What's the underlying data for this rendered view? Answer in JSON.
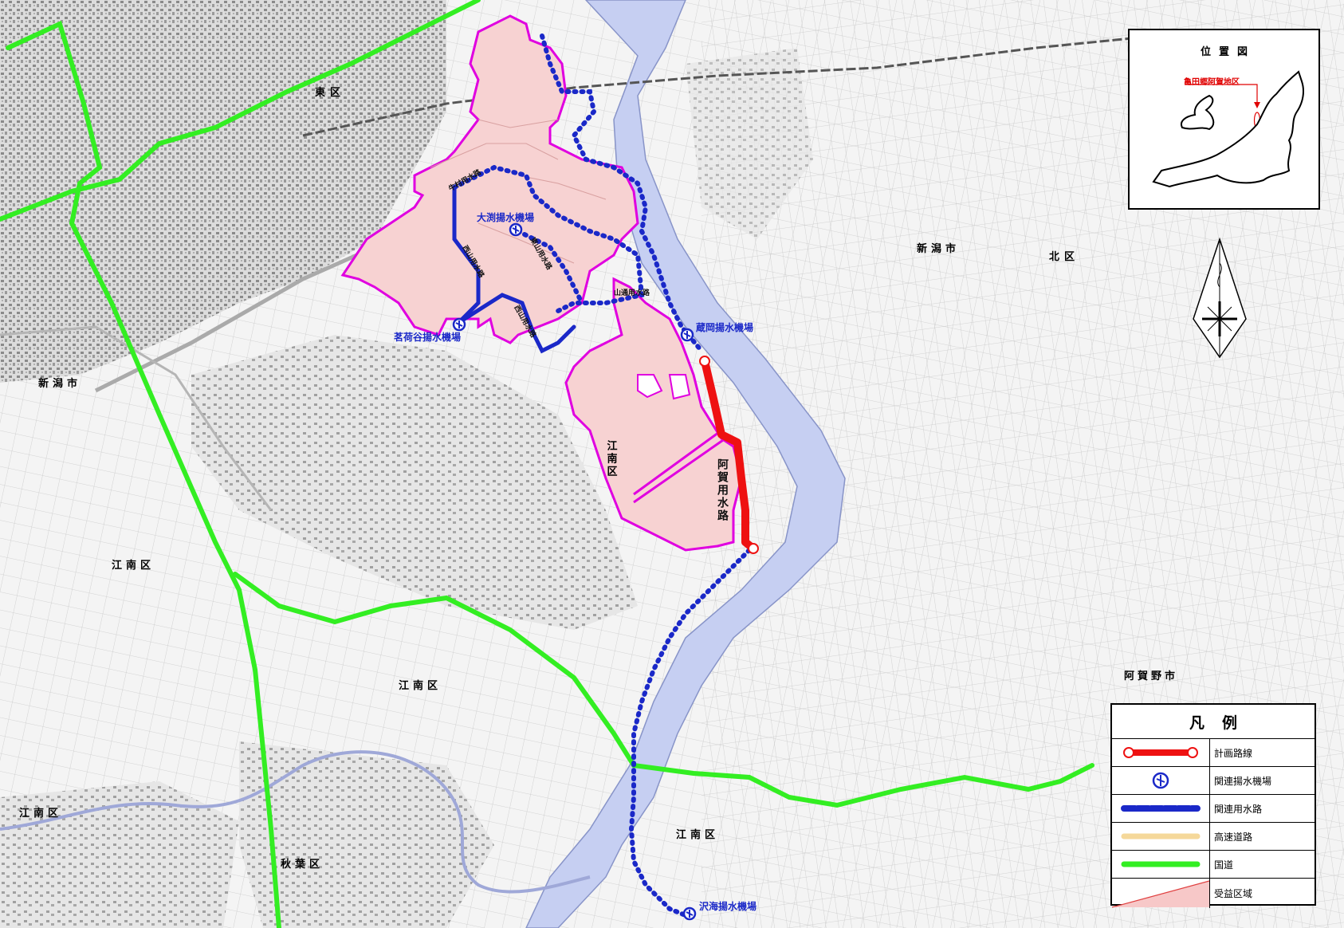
{
  "place_labels": {
    "east_ku": "東区",
    "niigata_shi_e": "新潟市",
    "kita_ku": "北区",
    "niigata_shi_w": "新潟市",
    "konan_ku_1": "江南区",
    "konan_ku_2": "江南区",
    "konan_ku_3": "江南区",
    "konan_ku_4": "江南区",
    "akiha_ku": "秋葉区",
    "agano_shi": "阿賀野市",
    "konan_vertical": "江南区"
  },
  "facility_labels": {
    "obuchi_pump": "大渕揚水機場",
    "myogadani_pump": "茗荷谷揚水機場",
    "kuraoka_pump": "蔵岡揚水機場",
    "sawaumi_pump": "沢海揚水機場",
    "aga_canal": "阿賀用水路",
    "yamazaki_canal": "山通用水路",
    "higashi_canal": "東山用水路",
    "nishi_canal": "西山用水路",
    "nishiyama_canal_2": "西山用水路",
    "ushimura_canal": "牛村用水路"
  },
  "location_map": {
    "title": "位置図",
    "district_label": "亀田郷阿賀地区"
  },
  "legend": {
    "title": "凡例",
    "items": [
      {
        "label": "計画路線",
        "color": "#ee1111"
      },
      {
        "label": "関連揚水機場",
        "color": "#1a28c8"
      },
      {
        "label": "関連用水路",
        "color": "#1a28c8"
      },
      {
        "label": "高速道路",
        "color": "#f5d89a"
      },
      {
        "label": "国道",
        "color": "#33ee22"
      },
      {
        "label": "受益区域",
        "color": "#f7c8c8"
      }
    ]
  },
  "colors": {
    "river": "#c6cff2",
    "planned": "#ee1111",
    "canal": "#1a28c8",
    "national_road": "#33ee22",
    "benefit_fill": "#f7d2d2",
    "benefit_border": "#e000e0"
  }
}
